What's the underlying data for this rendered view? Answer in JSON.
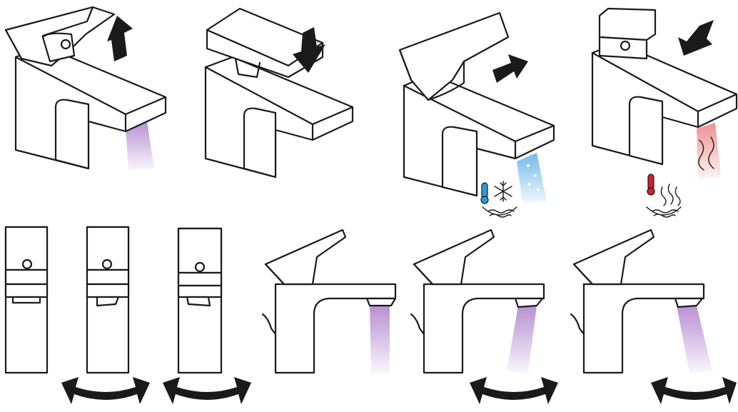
{
  "figure": {
    "description_text": "",
    "colors": {
      "neutral_flow": "#b48ad0",
      "cold_flow": "#6bb6ea",
      "hot_flow": "#f08a8a",
      "cold_thermometer": "#2a9ad8",
      "hot_thermometer": "#d0202a",
      "line": "#1a1a1a"
    },
    "steps_top": [
      {
        "action": "lift-lever-open",
        "arrow": "arrow-up-icon",
        "flow": "neutral"
      },
      {
        "action": "press-lever-close",
        "arrow": "arrow-down-icon",
        "flow": "none"
      },
      {
        "action": "push-lever-back-cold",
        "arrow": "arrow-back-icon",
        "flow": "cold",
        "symbol": "snowflake-icon"
      },
      {
        "action": "pull-lever-forward-hot",
        "arrow": "arrow-forward-icon",
        "flow": "hot",
        "symbol": "steam-icon"
      }
    ],
    "steps_bottom": [
      {
        "view": "front",
        "spout_angle": "straight"
      },
      {
        "view": "front",
        "spout_angle": "left",
        "arrow": "swivel-arrow-icon"
      },
      {
        "view": "front",
        "spout_angle": "right",
        "arrow": "swivel-arrow-icon"
      },
      {
        "view": "side",
        "spout_angle": "straight"
      },
      {
        "view": "side",
        "spout_angle": "forward",
        "arrow": "swivel-arrow-icon"
      },
      {
        "view": "side",
        "spout_angle": "back",
        "arrow": "swivel-arrow-icon"
      }
    ]
  }
}
